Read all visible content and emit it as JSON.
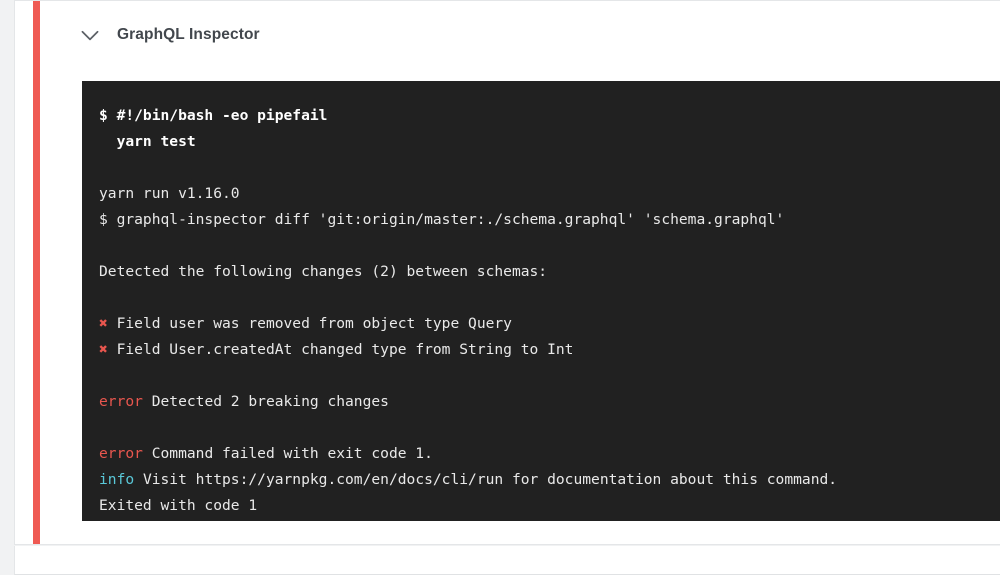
{
  "step": {
    "title": "GraphQL Inspector",
    "collapse_icon": "chevron-down-icon",
    "status_color": "#ef5a53",
    "state": "failed"
  },
  "terminal": {
    "background_color": "#212121",
    "text_color": "#e9e9e9",
    "error_color": "#e8564e",
    "info_color": "#5ac8d8",
    "lines": [
      {
        "id": "l01",
        "kind": "command",
        "text": "$ #!/bin/bash -eo pipefail"
      },
      {
        "id": "l02",
        "kind": "command",
        "text": "  yarn test"
      },
      {
        "id": "l03",
        "kind": "blank",
        "text": ""
      },
      {
        "id": "l04",
        "kind": "output",
        "text": "yarn run v1.16.0"
      },
      {
        "id": "l05",
        "kind": "output",
        "text": "$ graphql-inspector diff 'git:origin/master:./schema.graphql' 'schema.graphql'"
      },
      {
        "id": "l06",
        "kind": "blank",
        "text": ""
      },
      {
        "id": "l07",
        "kind": "output",
        "text": "Detected the following changes (2) between schemas:"
      },
      {
        "id": "l08",
        "kind": "blank",
        "text": ""
      },
      {
        "id": "l09",
        "kind": "change",
        "marker": "✖",
        "text": " Field user was removed from object type Query"
      },
      {
        "id": "l10",
        "kind": "change",
        "marker": "✖",
        "text": " Field User.createdAt changed type from String to Int"
      },
      {
        "id": "l11",
        "kind": "blank",
        "text": ""
      },
      {
        "id": "l12",
        "kind": "labeled",
        "label": "error",
        "label_color": "error",
        "text": " Detected 2 breaking changes"
      },
      {
        "id": "l13",
        "kind": "blank",
        "text": ""
      },
      {
        "id": "l14",
        "kind": "labeled",
        "label": "error",
        "label_color": "error",
        "text": " Command failed with exit code 1."
      },
      {
        "id": "l15",
        "kind": "labeled",
        "label": "info",
        "label_color": "info",
        "text": " Visit https://yarnpkg.com/en/docs/cli/run for documentation about this command."
      },
      {
        "id": "l16",
        "kind": "output",
        "text": "Exited with code 1"
      }
    ]
  }
}
